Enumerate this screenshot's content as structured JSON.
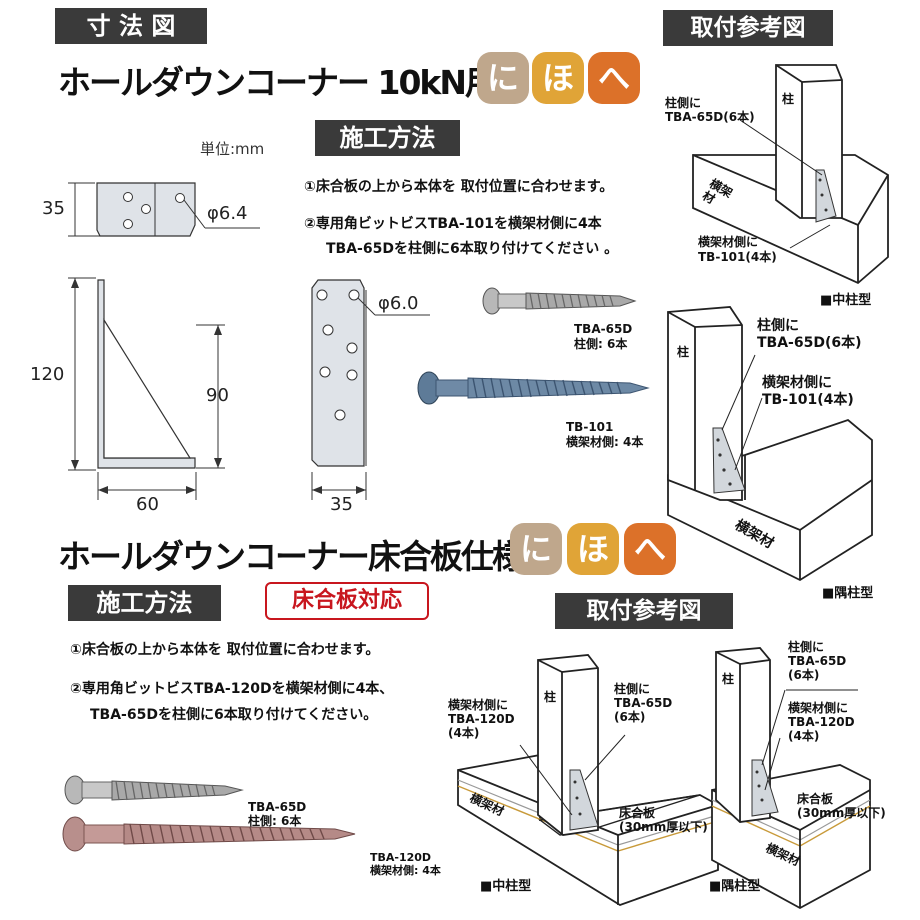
{
  "headers": {
    "dimension": "寸 法 図",
    "method1": "施工方法",
    "install_ref1": "取付参考図",
    "method2": "施工方法",
    "install_ref2": "取付参考図"
  },
  "product1": {
    "title": "ホールダウンコーナー 10kN用",
    "badges": [
      "に",
      "ほ",
      "へ"
    ]
  },
  "product2": {
    "title": "ホールダウンコーナー床合板仕様Ⅱ",
    "badges": [
      "に",
      "ほ",
      "へ"
    ],
    "tag": "床合板対応"
  },
  "badge_colors": [
    "#bfa78c",
    "#e0a437",
    "#dc7129"
  ],
  "unit": "単位:mm",
  "steps1": [
    "①床合板の上から本体を 取付位置に合わせます。",
    "②専用角ビットビスTBA-101を横架材側に4本",
    "TBA-65Dを柱側に6本取り付けてください 。"
  ],
  "steps2": [
    "①床合板の上から本体を 取付位置に合わせます。",
    "②専用角ビットビスTBA-120Dを横架材側に4本、",
    "TBA-65Dを柱側に6本取り付けてください。"
  ],
  "dims": {
    "d35_top": "35",
    "phi64": "φ6.4",
    "d120": "120",
    "d90": "90",
    "d60": "60",
    "phi60": "φ6.0",
    "d35_bottom": "35"
  },
  "screws1": {
    "tba65d_name": "TBA-65D",
    "tba65d_note": "柱側: 6本",
    "tb101_name": "TB-101",
    "tb101_note": "横架材側: 4本"
  },
  "screws2": {
    "tba65d_name": "TBA-65D",
    "tba65d_note": "柱側: 6本",
    "tba120d_name": "TBA-120D",
    "tba120d_note": "横架材側: 4本"
  },
  "ref1_center": {
    "col_side_1": "柱側に",
    "col_side_2": "TBA-65D(6本)",
    "column": "柱",
    "beam": "横架材",
    "beam_side_1": "横架材側に",
    "beam_side_2": "TB-101(4本)",
    "caption": "■中柱型"
  },
  "ref1_corner": {
    "col_side_1": "柱側に",
    "col_side_2": "TBA-65D(6本)",
    "column": "柱",
    "beam_side_1": "横架材側に",
    "beam_side_2": "TB-101(4本)",
    "beam": "横架材",
    "caption": "■隅柱型"
  },
  "ref2_center": {
    "column": "柱",
    "beam_side_1": "横架材側に",
    "beam_side_2": "TBA-120D",
    "beam_side_3": "(4本)",
    "col_side_1": "柱側に",
    "col_side_2": "TBA-65D",
    "col_side_3": "(6本)",
    "floor_1": "床合板",
    "floor_2": "(30mm厚以下)",
    "beam": "横架材",
    "caption": "■中柱型"
  },
  "ref2_corner": {
    "column": "柱",
    "col_side_1": "柱側に",
    "col_side_2": "TBA-65D",
    "col_side_3": "(6本)",
    "beam_side_1": "横架材側に",
    "beam_side_2": "TBA-120D",
    "beam_side_3": "(4本)",
    "floor_1": "床合板",
    "floor_2": "(30mm厚以下)",
    "beam": "横架材",
    "caption": "■隅柱型"
  }
}
